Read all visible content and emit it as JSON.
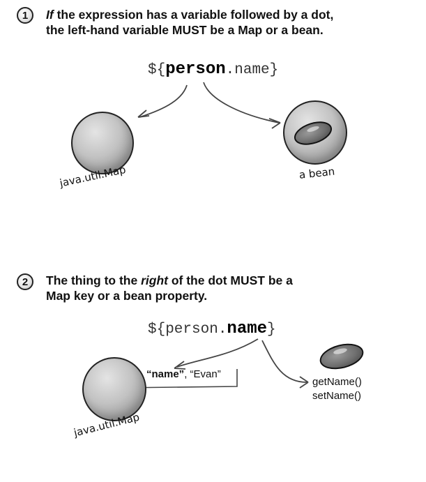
{
  "section1": {
    "number": "1",
    "heading_em": "If",
    "heading_rest_line1": " the expression has a variable followed by a dot,",
    "heading_line2": "the left-hand variable MUST be a Map or a bean.",
    "expr_prefix": "${",
    "expr_bold": "person",
    "expr_suffix": ".name}",
    "map_label": "java.util.Map",
    "bean_label": "a bean"
  },
  "section2": {
    "number": "2",
    "heading_pre": "The thing to the ",
    "heading_em": "right",
    "heading_post": " of the dot MUST be a",
    "heading_line2": "Map key or a bean property.",
    "expr_prefix": "${person.",
    "expr_bold": "name",
    "expr_suffix": "}",
    "entry_key": "“name”",
    "entry_value": ", “Evan”",
    "methods": [
      "getName()",
      "setName()"
    ],
    "map_label": "java.util.Map"
  }
}
